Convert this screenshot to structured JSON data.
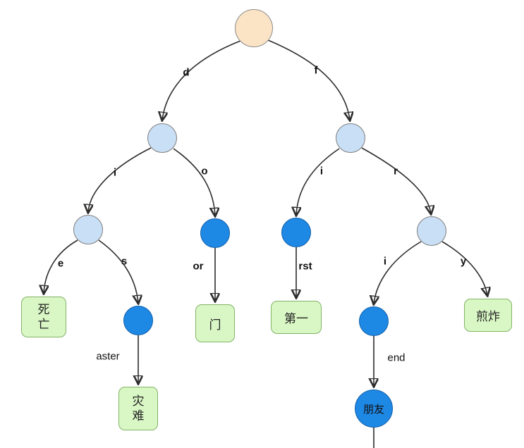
{
  "diagram": {
    "type": "trie",
    "edges": [
      {
        "from": "root",
        "to": "d",
        "label": "d"
      },
      {
        "from": "root",
        "to": "f",
        "label": "f"
      },
      {
        "from": "d",
        "to": "di",
        "label": "i"
      },
      {
        "from": "d",
        "to": "do",
        "label": "o"
      },
      {
        "from": "f",
        "to": "fi",
        "label": "i"
      },
      {
        "from": "f",
        "to": "fr",
        "label": "r"
      },
      {
        "from": "di",
        "to": "die",
        "label": "e"
      },
      {
        "from": "di",
        "to": "dis",
        "label": "s"
      },
      {
        "from": "do",
        "to": "door",
        "label": "or"
      },
      {
        "from": "fi",
        "to": "first",
        "label": "rst"
      },
      {
        "from": "fr",
        "to": "fri",
        "label": "i"
      },
      {
        "from": "fr",
        "to": "fry",
        "label": "y"
      },
      {
        "from": "dis",
        "to": "disaster",
        "label": "aster"
      },
      {
        "from": "fri",
        "to": "friend",
        "label": "end"
      }
    ],
    "leaves": {
      "die": {
        "text": "死亡"
      },
      "door": {
        "text": "门"
      },
      "first": {
        "text": "第一"
      },
      "fry": {
        "text": "煎炸"
      },
      "disaster": {
        "text": "灾难"
      },
      "friend": {
        "text": "朋友"
      }
    },
    "colors": {
      "root_node_fill": "#fbe3c6",
      "branch_node_fill": "#c9dff5",
      "word_node_fill": "#1e88e5",
      "leaf_box_fill": "#d9f7c5",
      "leaf_box_border": "#82b366",
      "edge_color": "#2d2d2d"
    }
  }
}
